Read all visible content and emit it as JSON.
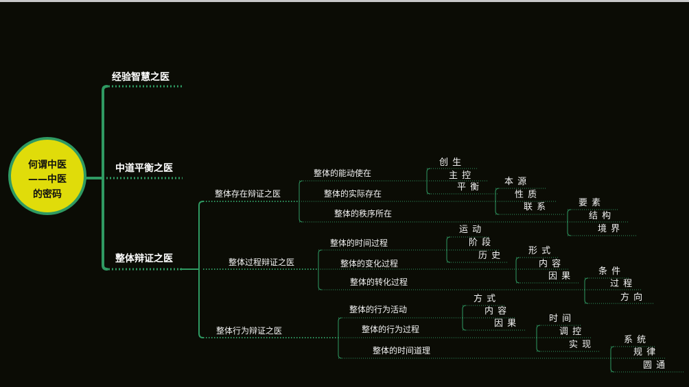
{
  "root": {
    "lines": [
      "何谓中医",
      "——中医",
      "的密码"
    ]
  },
  "main_branches": [
    {
      "label": "经验智慧之医"
    },
    {
      "label": "中道平衡之医"
    },
    {
      "label": "整体辩证之医"
    }
  ],
  "groups": [
    {
      "label": "整体存在辩证之医",
      "items": [
        {
          "label": "整体的能动使在",
          "leaves": [
            "创 生",
            "主 控",
            "平 衡"
          ]
        },
        {
          "label": "整体的实际存在",
          "leaves": [
            "本 源",
            "性 质",
            "联 系"
          ]
        },
        {
          "label": "整体的秩序所在",
          "leaves": [
            "要 素",
            "结 构",
            "境 界"
          ]
        }
      ]
    },
    {
      "label": "整体过程辩证之医",
      "items": [
        {
          "label": "整体的时间过程",
          "leaves": [
            "运 动",
            "阶 段",
            "历 史"
          ]
        },
        {
          "label": "整体的变化过程",
          "leaves": [
            "形 式",
            "内 容",
            "因 果"
          ]
        },
        {
          "label": "整体的转化过程",
          "leaves": [
            "条 件",
            "过 程",
            "方 向"
          ]
        }
      ]
    },
    {
      "label": "整体行为辩证之医",
      "items": [
        {
          "label": "整体的行为活动",
          "leaves": [
            "方 式",
            "内 容",
            "因 果"
          ]
        },
        {
          "label": "整体的行为过程",
          "leaves": [
            "时 间",
            "调 控",
            "实 现"
          ]
        },
        {
          "label": "整体的时间道理",
          "leaves": [
            "系 统",
            "规 律",
            "圆 通"
          ]
        }
      ]
    }
  ]
}
